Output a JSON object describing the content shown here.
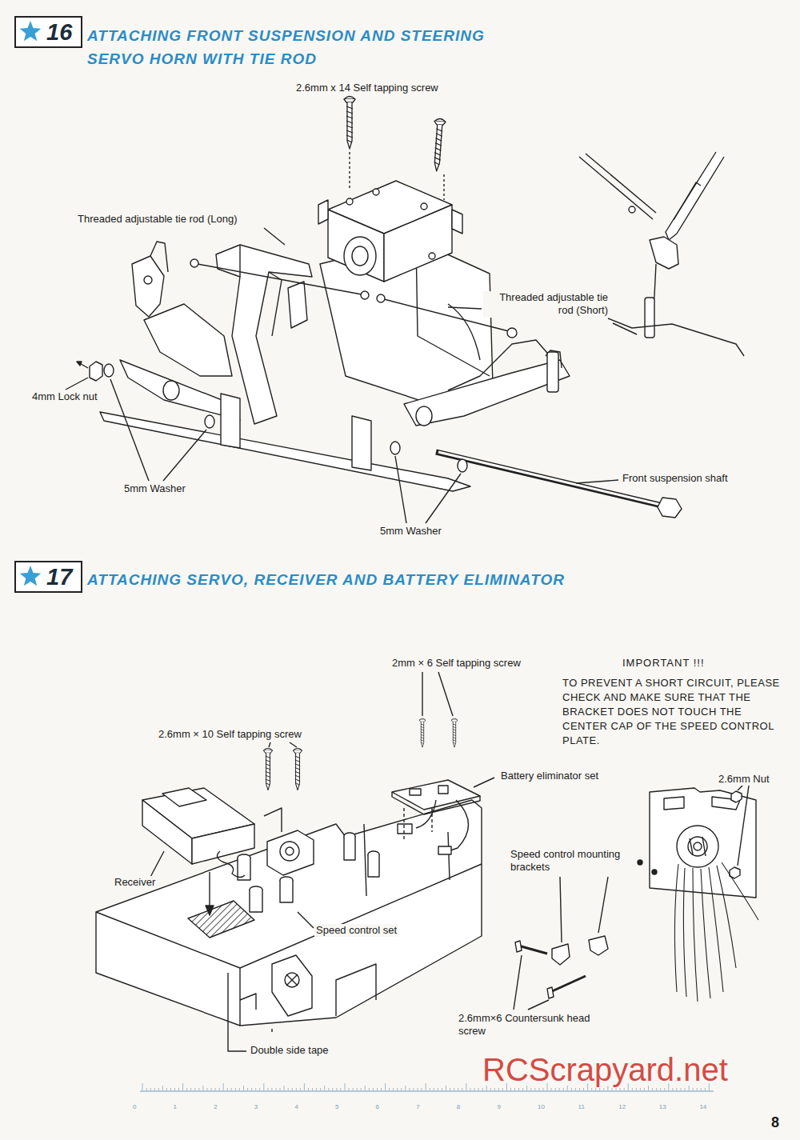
{
  "diagram": {
    "nodes": [
      {
        "text": [
          "16"
        ]
      },
      {
        "text": [
          "17"
        ]
      }
    ],
    "labels": [
      "ATTACHING FRONT SUSPENSION AND STEERING SERVO HORN WITH TIE ROD",
      "2.6mm x 14 Self tapping screw",
      "Threaded adjustable tie rod (Long)",
      "Threaded adjustable tie rod (Short)",
      "4mm Lock nut",
      "5mm Washer",
      "5mm Washer",
      "Front suspension shaft",
      "ATTACHING SERVO, RECEIVER AND BATTERY ELIMINATOR",
      "2mm × 6 Self tapping screw",
      "IMPORTANT !!!",
      "TO PREVENT A SHORT CIRCUIT, PLEASE CHECK AND MAKE SURE THAT THE BRACKET DOES NOT TOUCH THE CENTER CAP OF THE SPEED CONTROL PLATE.",
      "2.6mm × 10 Self tapping screw",
      "Battery eliminator set",
      "2.6mm Nut",
      "Receiver",
      "Speed control mounting brackets",
      "Speed control set",
      "2.6mm×6 Countersunk head screw",
      "Double side tape",
      "RCScrapyard.net",
      "8",
      "0",
      "1",
      "2",
      "3",
      "4",
      "5",
      "6",
      "7",
      "8",
      "9",
      "10",
      "11",
      "12",
      "13",
      "14"
    ]
  }
}
